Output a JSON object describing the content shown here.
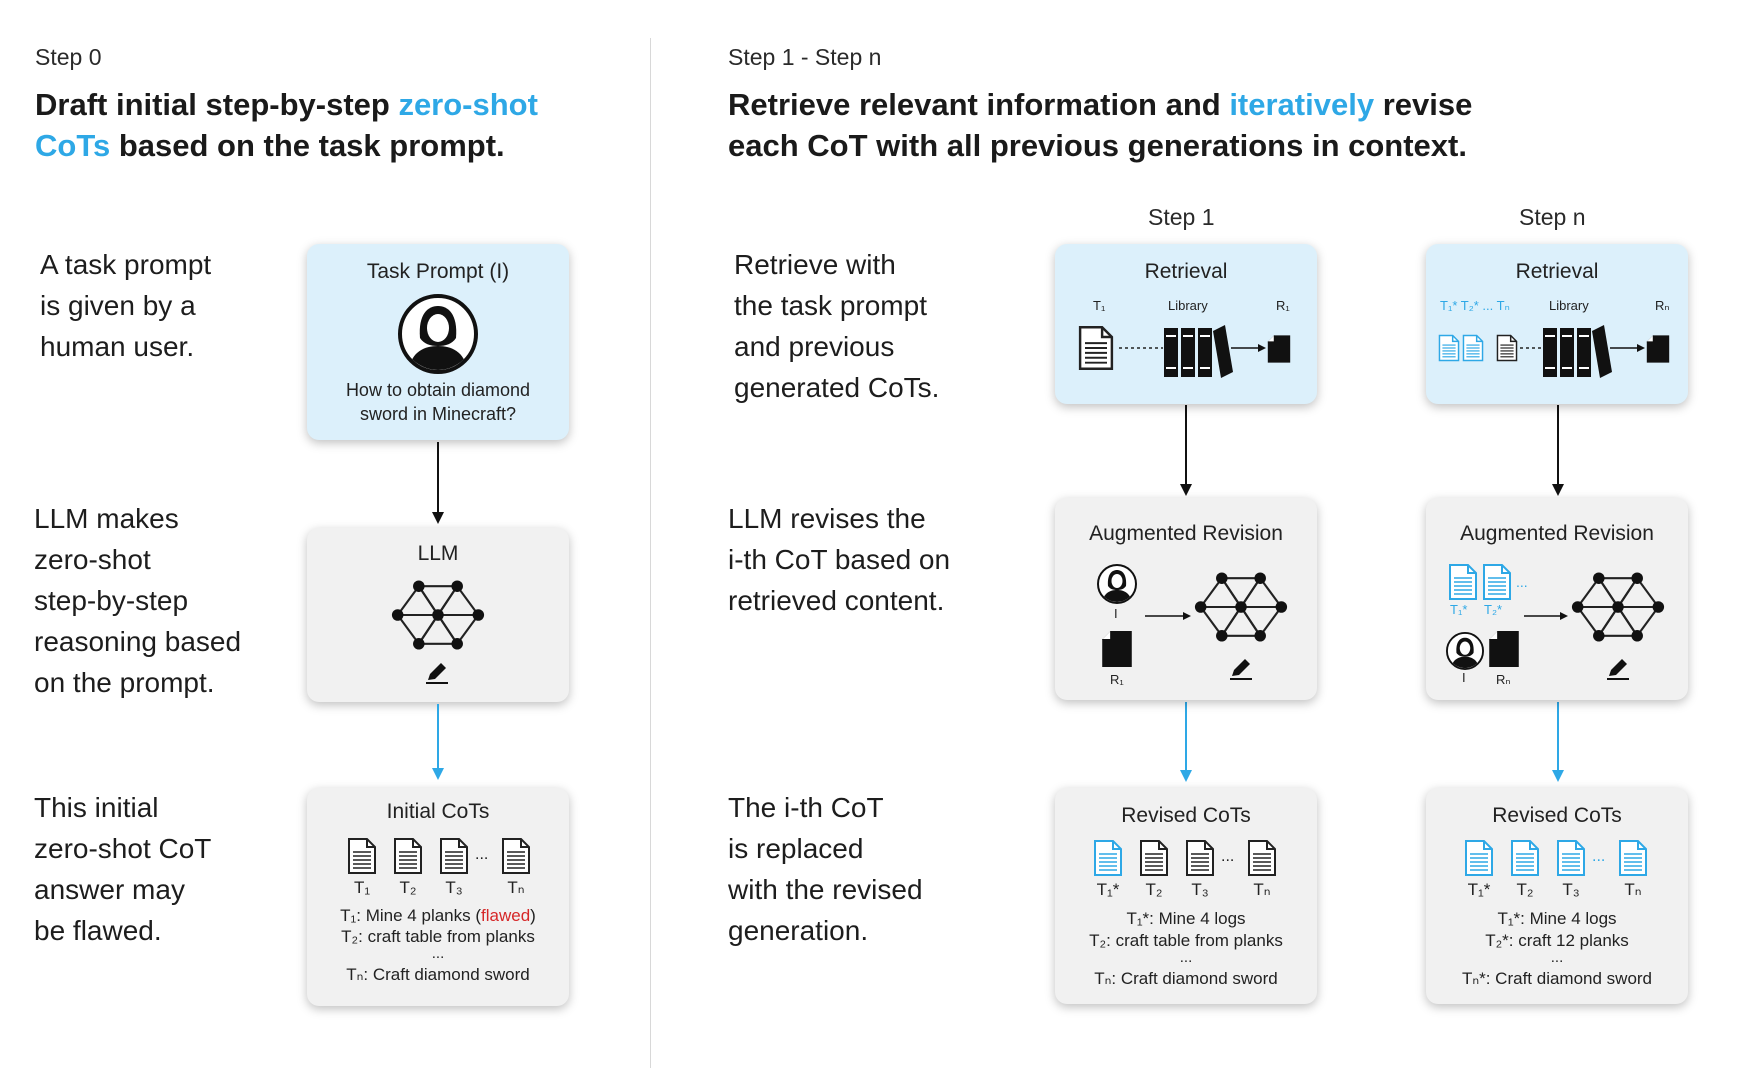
{
  "left": {
    "step": "Step 0",
    "heading": {
      "part1": "Draft initial step-by-step ",
      "highlight": "zero-shot",
      "line2_highlight": "CoTs",
      "part2": " based on the task prompt."
    },
    "desc1": [
      "A task prompt",
      "is given by a",
      "human user."
    ],
    "desc2": [
      "LLM makes",
      "zero-shot",
      "step-by-step",
      "reasoning based",
      "on the prompt."
    ],
    "desc3": [
      "This initial",
      "zero-shot CoT",
      "answer may",
      "be flawed."
    ],
    "task_box": {
      "title": "Task Prompt (I)",
      "question_line1": "How to obtain diamond",
      "question_line2": "sword in Minecraft?"
    },
    "llm_box": {
      "title": "LLM"
    },
    "initial_box": {
      "title": "Initial CoTs",
      "doc_labels": [
        "T₁",
        "T₂",
        "T₃",
        "Tₙ"
      ],
      "ellipsis": "...",
      "line1": "T₁: Mine 4 planks (",
      "line1_flag": "flawed",
      "line1_end": ")",
      "line2": "T₂: craft table from planks",
      "dots": "...",
      "line3": "Tₙ: Craft diamond sword"
    }
  },
  "right": {
    "step": "Step 1 - Step n",
    "heading": {
      "part1": "Retrieve relevant information and ",
      "highlight": "iteratively",
      "part2": " revise",
      "line2": "each CoT with all previous generations in context."
    },
    "desc1": [
      "Retrieve with",
      "the task prompt",
      "and previous",
      "generated CoTs."
    ],
    "desc2": [
      "LLM revises the",
      "i-th CoT based on",
      "retrieved content."
    ],
    "desc3": [
      "The i-th CoT",
      "is replaced",
      "with the revised",
      "generation."
    ],
    "col1": {
      "step": "Step 1",
      "retrieval_title": "Retrieval",
      "t_label": "T₁",
      "library": "Library",
      "r_label": "R₁",
      "aug_title": "Augmented Revision",
      "i_label": "I",
      "r_small": "R₁",
      "revised_title": "Revised CoTs",
      "doc_labels": [
        "T₁*",
        "T₂",
        "T₃",
        "Tₙ"
      ],
      "ellipsis": "...",
      "line1": "T₁*: Mine 4 logs",
      "line2": "T₂: craft table from planks",
      "dots": "...",
      "line3": "Tₙ: Craft diamond sword"
    },
    "coln": {
      "step": "Step n",
      "retrieval_title": "Retrieval",
      "t_labels": "T₁* T₂* ... Tₙ",
      "library": "Library",
      "r_label": "Rₙ",
      "aug_title": "Augmented Revision",
      "doc_small": [
        "T₁*",
        "T₂*"
      ],
      "ellipsis": "...",
      "i_label": "I",
      "r_small": "Rₙ",
      "revised_title": "Revised CoTs",
      "doc_labels": [
        "T₁*",
        "T₂",
        "T₃",
        "Tₙ"
      ],
      "line1": "T₁*: Mine 4 logs",
      "line2": "T₂*: craft 12 planks",
      "dots": "...",
      "line3": "Tₙ*: Craft diamond sword"
    }
  },
  "colors": {
    "accent_blue": "#2ea8e6",
    "flag_red": "#d62728",
    "box_blue": "#dcf0fb",
    "box_gray": "#f1f1f1"
  }
}
